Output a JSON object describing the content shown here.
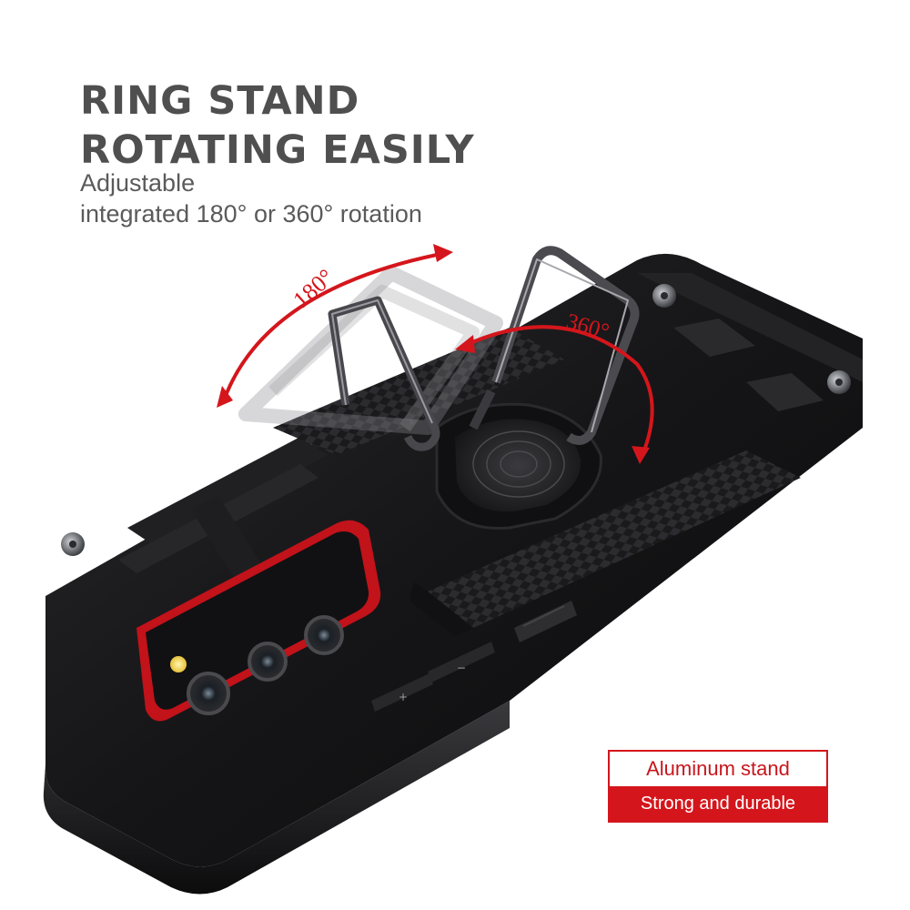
{
  "headline": {
    "line1": "RING STAND",
    "line2": "ROTATING EASILY"
  },
  "subtext": {
    "line1": "Adjustable",
    "line2": "integrated 180° or 360° rotation"
  },
  "arrows": {
    "left_label": "180°",
    "right_label": "360°"
  },
  "badge": {
    "top_label": "Aluminum stand",
    "bottom_label": "Strong and durable"
  },
  "buttons": {
    "volume_up_symbol": "+",
    "volume_down_symbol": "−"
  },
  "colors": {
    "accent_red": "#d4161c",
    "heading_gray": "#4f4f4f",
    "case_black": "#1b1b1d"
  }
}
